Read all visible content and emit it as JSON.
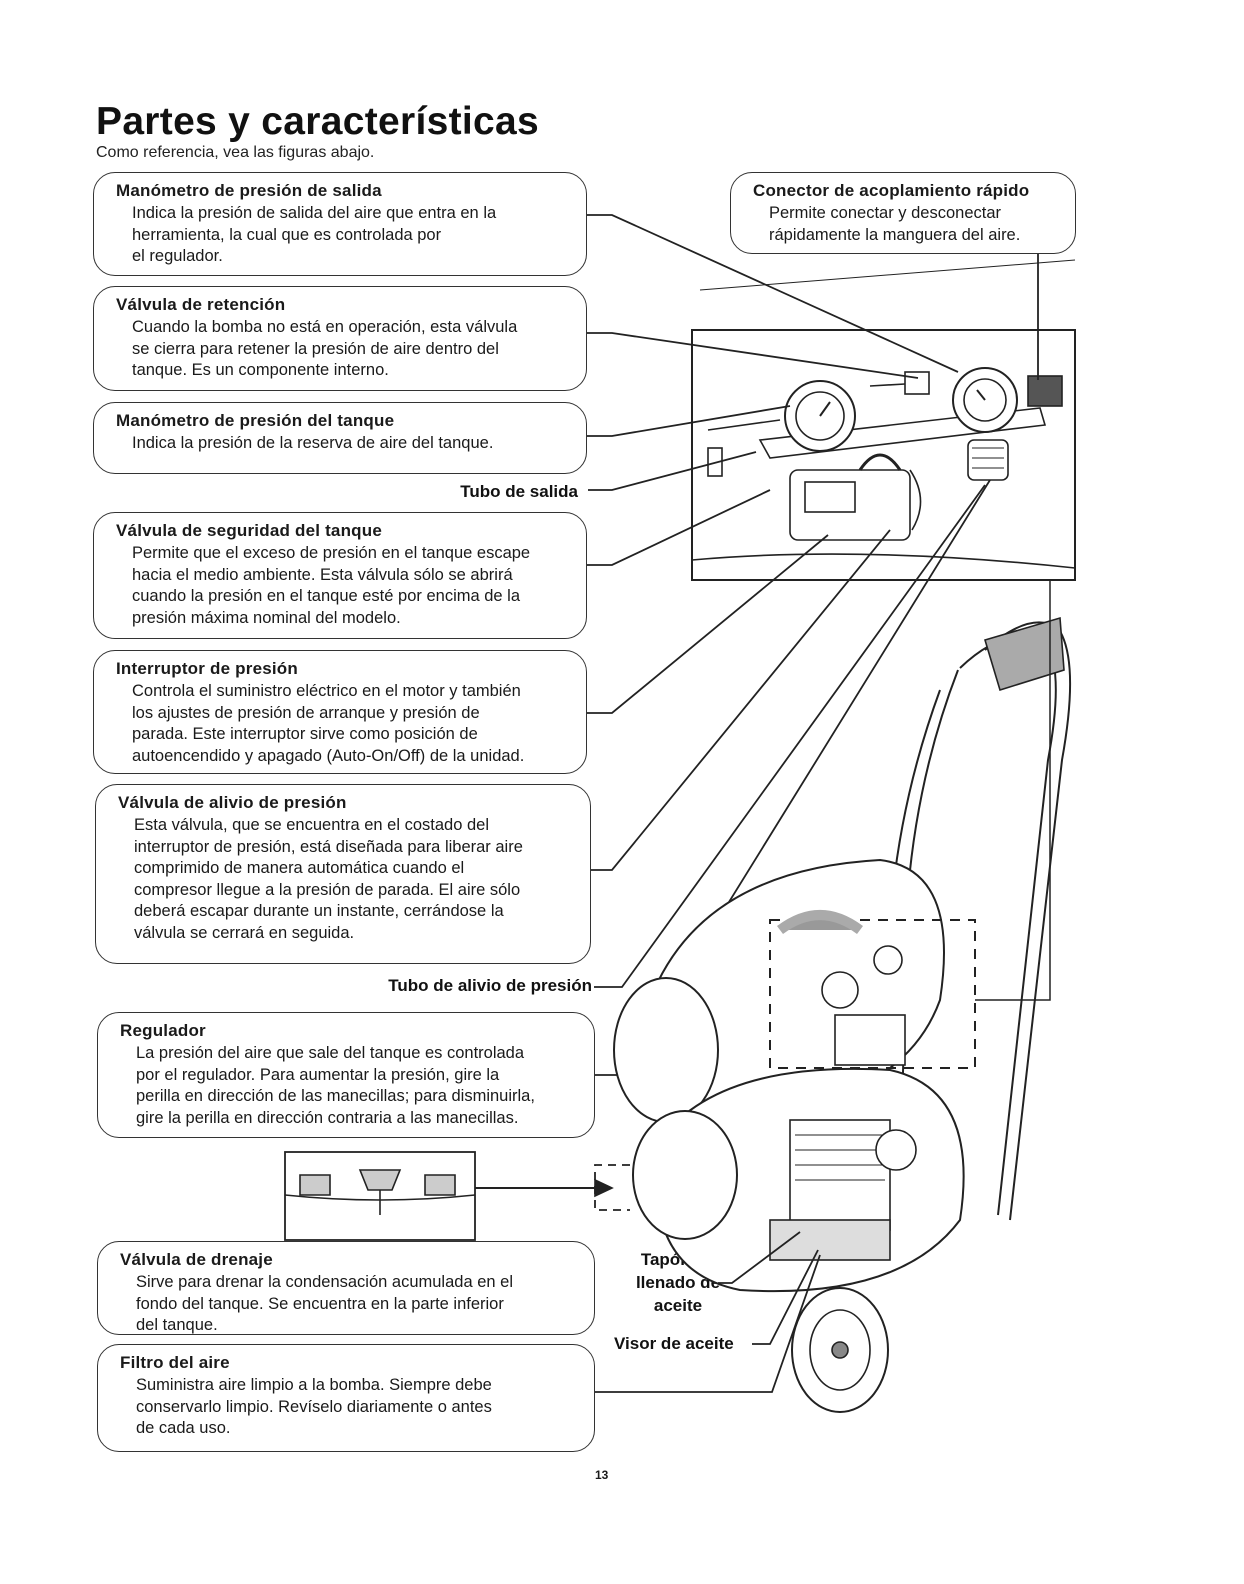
{
  "page": {
    "title": "Partes y características",
    "subtitle": "Como referencia, vea las figuras abajo.",
    "page_number": "13"
  },
  "callouts": [
    {
      "title": "Manómetro de presión de salida",
      "text": "Indica la presión de salida del aire que entra en la\nherramienta, la cual que es controlada por\nel regulador."
    },
    {
      "title": "Válvula de retención",
      "text": "Cuando la bomba no está en operación, esta válvula\nse cierra para retener la presión de aire dentro del\ntanque. Es un componente interno."
    },
    {
      "title": "Manómetro de presión del tanque",
      "text": "Indica la presión de la reserva de aire del tanque."
    },
    {
      "title": "Válvula de seguridad del tanque",
      "text": "Permite que el exceso de presión en el tanque escape\nhacia el medio ambiente. Esta válvula sólo se abrirá\ncuando la presión en el tanque esté por encima de la\npresión máxima nominal del modelo."
    },
    {
      "title": "Interruptor de presión",
      "text": "Controla el suministro eléctrico en el motor y también\nlos ajustes de presión de arranque y presión de\nparada. Este interruptor sirve como posición de\nautoencendido y apagado (Auto-On/Off) de la unidad."
    },
    {
      "title": "Válvula de alivio de presión",
      "text": "Esta válvula, que se encuentra en el costado del\ninterruptor de presión, está diseñada para liberar aire\ncomprimido de manera automática cuando el\ncompresor llegue a la presión de parada. El aire sólo\ndeberá escapar durante un instante, cerrándose la\nválvula se cerrará en seguida."
    },
    {
      "title": "Regulador",
      "text": "La presión del aire que sale del tanque es controlada\npor el regulador. Para aumentar la presión, gire la\nperilla en dirección de las manecillas; para disminuirla,\ngire la perilla en dirección contraria a las manecillas."
    },
    {
      "title": "Válvula de drenaje",
      "text": "Sirve para drenar la condensación acumulada en el\nfondo del tanque. Se encuentra en la parte inferior\ndel tanque."
    },
    {
      "title": "Filtro del aire",
      "text": "Suministra aire limpio a la bomba. Siempre debe\nconservarlo limpio. Revíselo diariamente o antes\nde cada uso."
    },
    {
      "title": "Conector de acoplamiento rápido",
      "text": "Permite conectar y desconectar\nrápidamente la manguera del aire."
    }
  ],
  "labels": {
    "outlet_tube": "Tubo de salida",
    "relief_tube": "Tubo de alivio de presión",
    "oil_fill_plug": "Tapón de\nllenado de\naceite",
    "oil_sight_glass": "Visor de aceite"
  }
}
